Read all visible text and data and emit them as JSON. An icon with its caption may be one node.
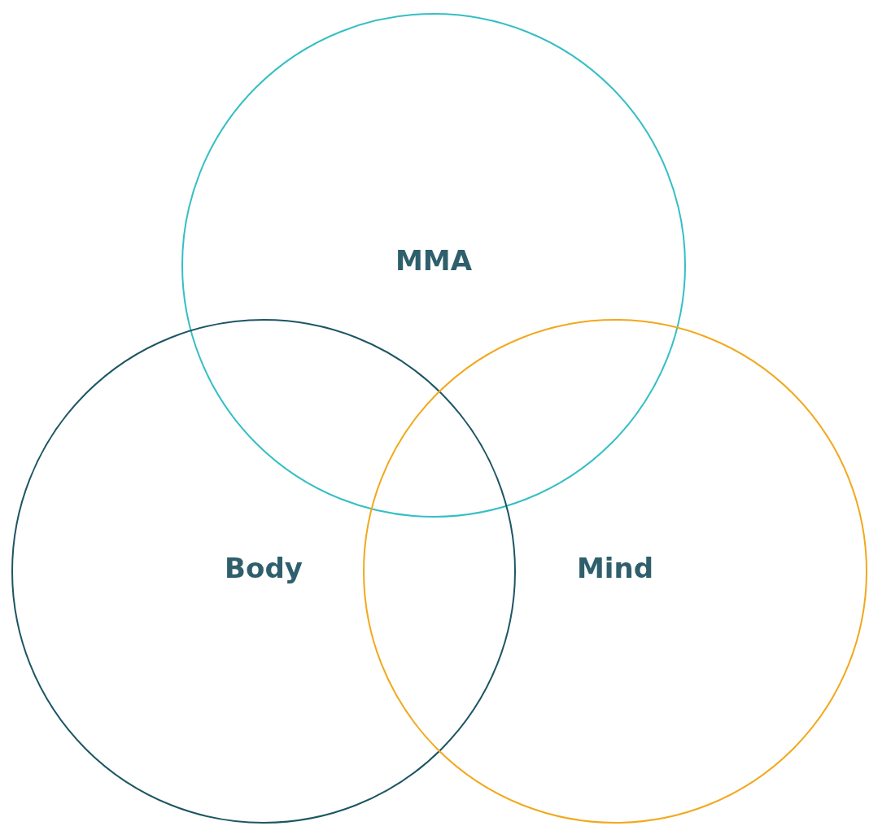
{
  "diagram": {
    "nodes": [
      {
        "text": [
          "MMA"
        ]
      },
      {
        "text": [
          "Body"
        ]
      },
      {
        "text": [
          "Mind"
        ]
      }
    ]
  }
}
